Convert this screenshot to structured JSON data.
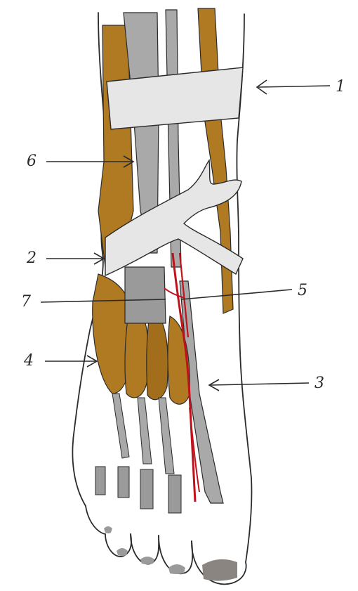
{
  "figure": {
    "labels": {
      "l1": "1",
      "l2": "2",
      "l3": "3",
      "l4": "4",
      "l5": "5",
      "l6": "6",
      "l7": "7"
    }
  },
  "colors": {
    "muscle": "#b07a22",
    "muscle_dark": "#8f5f14",
    "tendon": "#a9a9a9",
    "tendon_dark": "#8c8c8c",
    "retinaculum": "#e6e6e6",
    "artery": "#c0121b",
    "skin": "#ffffff",
    "nail": "#9a9a9a",
    "outline": "#2b2b2b"
  }
}
